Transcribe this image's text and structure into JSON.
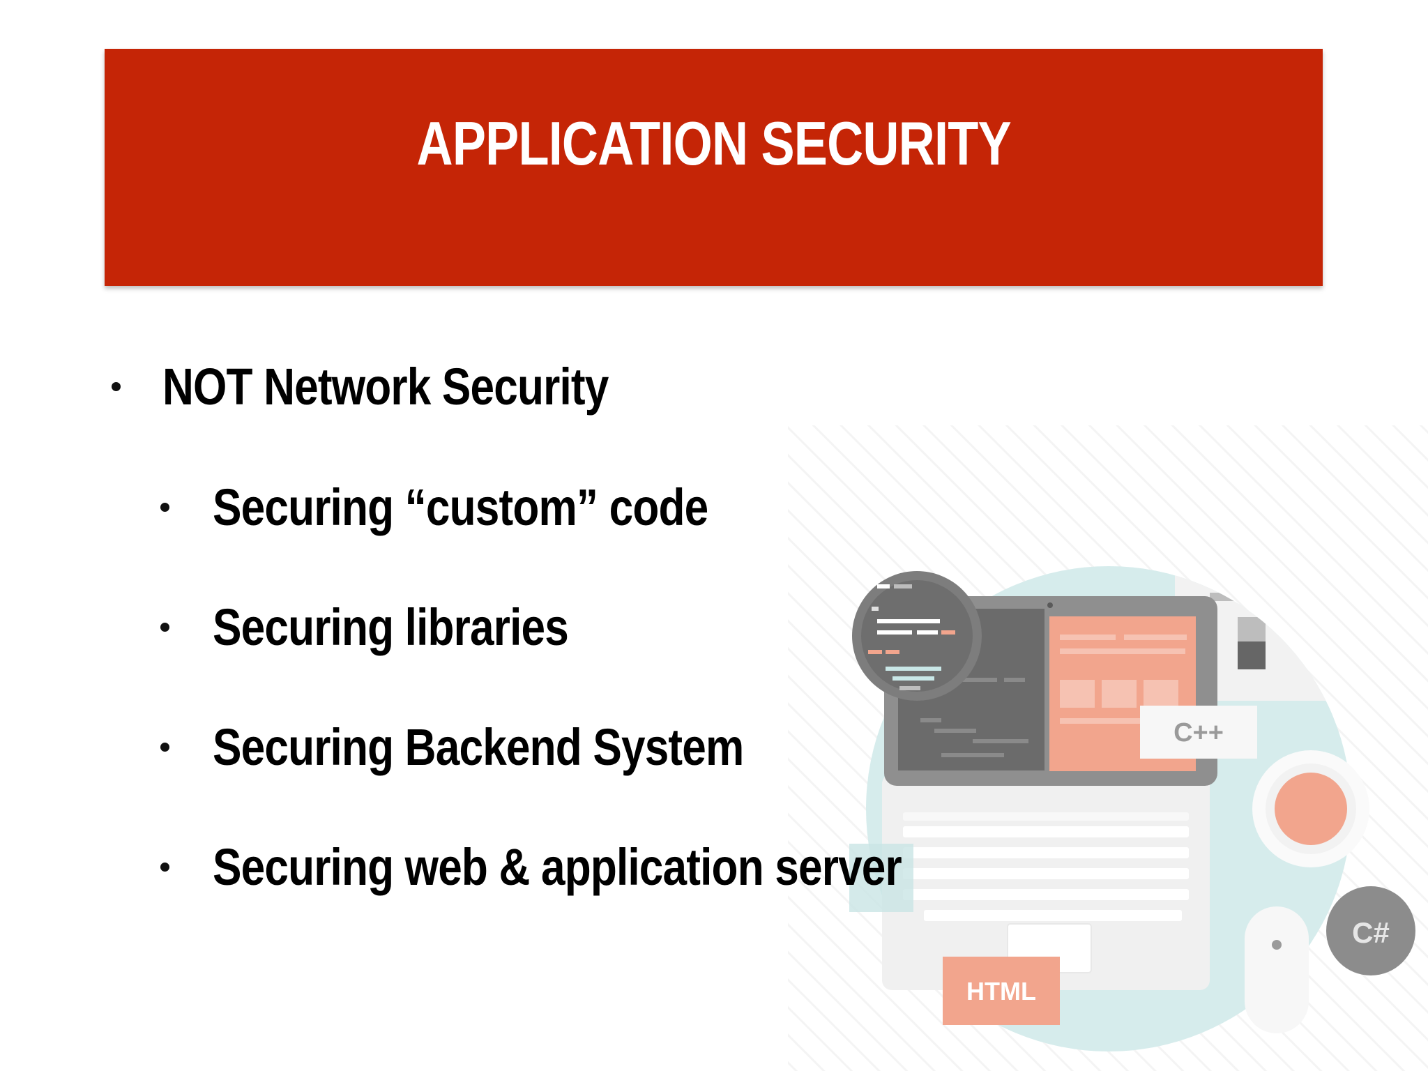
{
  "slide": {
    "title": "APPLICATION SECURITY",
    "accent_color": "#c52506",
    "bullets": [
      {
        "text": "NOT Network Security",
        "level": 1
      },
      {
        "text": "Securing “custom” code",
        "level": 2
      },
      {
        "text": "Securing libraries",
        "level": 2
      },
      {
        "text": "Securing Backend System",
        "level": 2
      },
      {
        "text": "Securing web & application server",
        "level": 2
      }
    ]
  },
  "illustration": {
    "labels": {
      "cpp": "C++",
      "csharp": "C#",
      "html": "HTML"
    },
    "icon": "laptop-coding-illustration"
  }
}
